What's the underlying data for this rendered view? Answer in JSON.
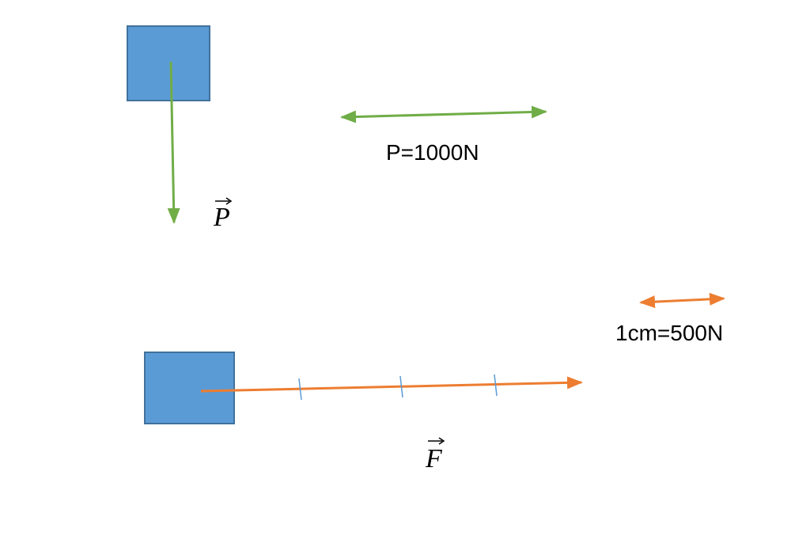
{
  "colors": {
    "block_fill": "#5b9bd5",
    "block_stroke": "#41719c",
    "weight_arrow": "#70ad47",
    "force_arrow": "#ed7d31",
    "tick_mark": "#5b9bd5"
  },
  "weight_diagram": {
    "scale_label": "P=1000N",
    "vector_symbol": "P"
  },
  "force_diagram": {
    "scale_label": "1cm=500N",
    "vector_symbol": "F",
    "scale_segments": 4
  }
}
